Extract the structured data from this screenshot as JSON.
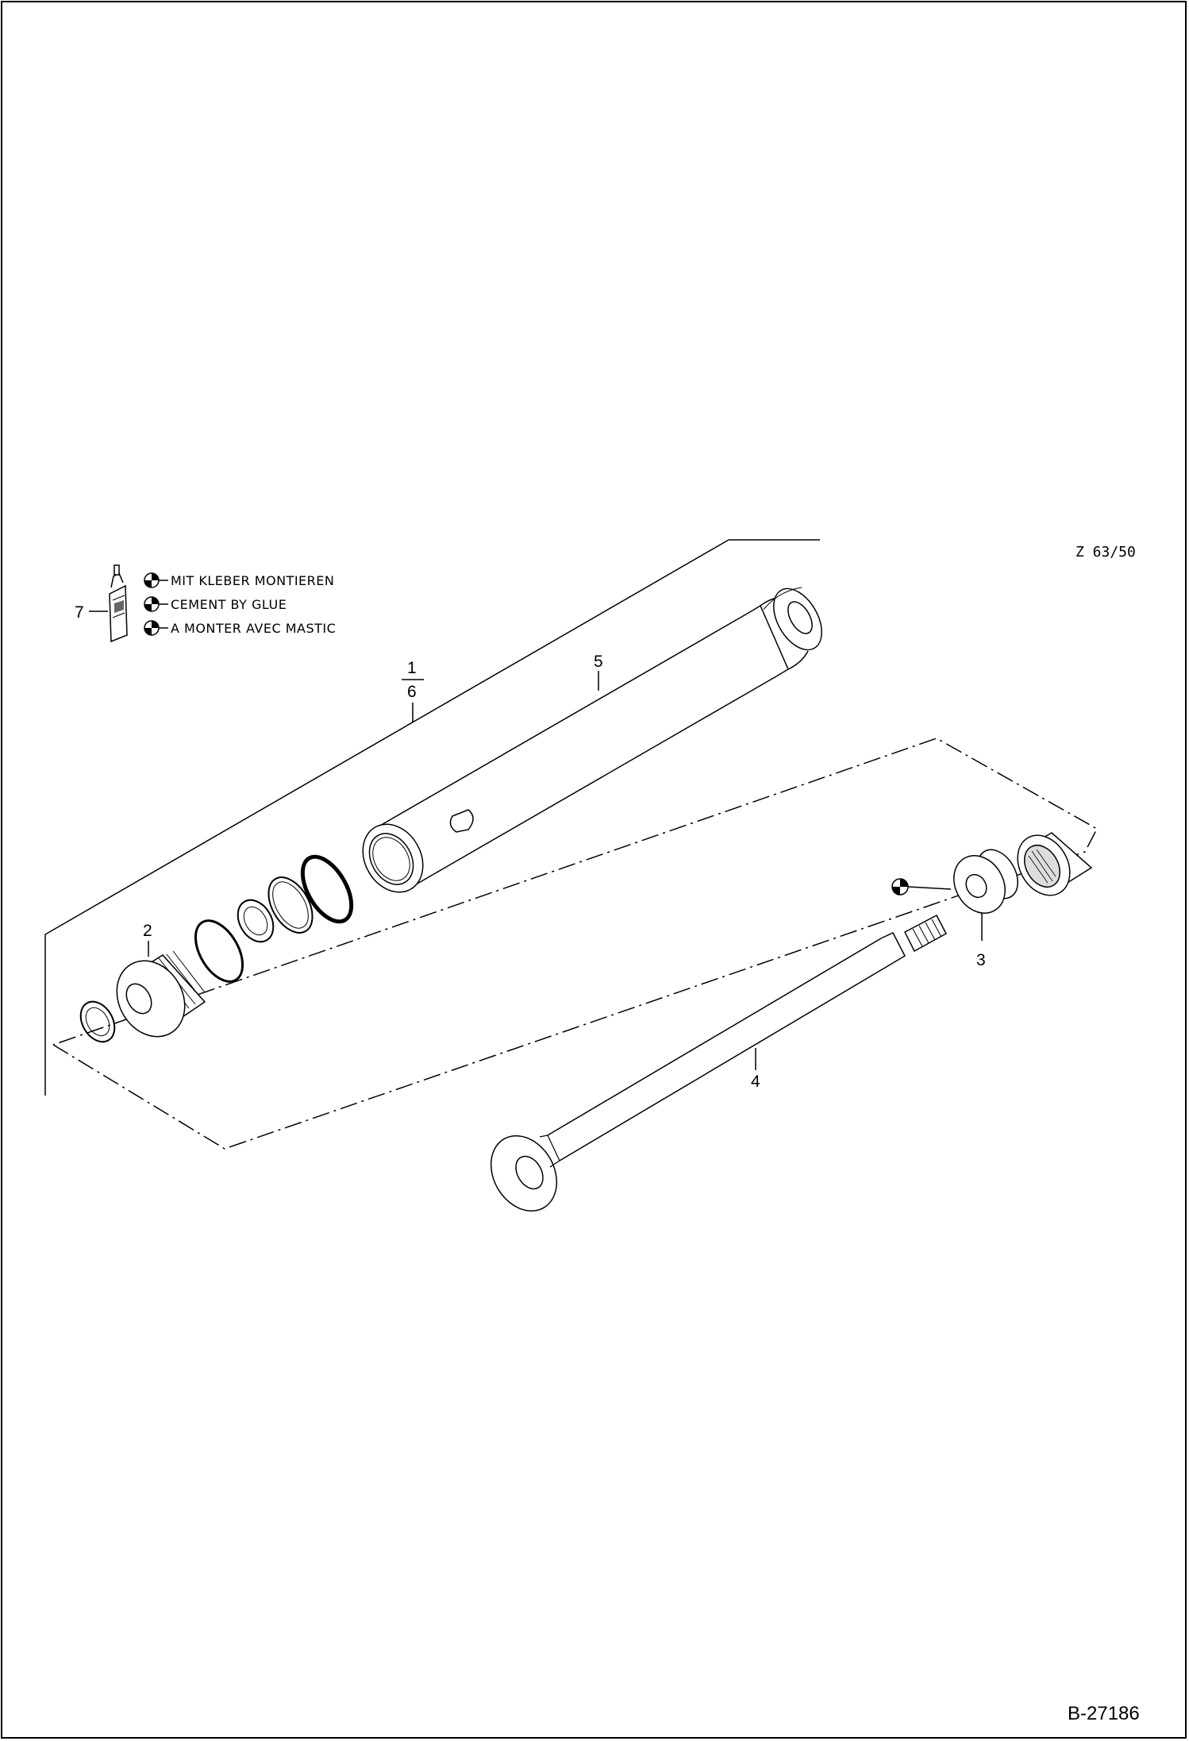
{
  "drawing_ref": "Z 63/50",
  "document_number": "B-27186",
  "glue_note": {
    "lines": [
      "MIT KLEBER MONTIEREN",
      "CEMENT BY GLUE",
      "A MONTER AVEC MASTIC"
    ]
  },
  "callouts": {
    "glue_tube": "7",
    "cylinder_set_top": "1",
    "cylinder_set_bottom": "6",
    "cylinder_tube": "5",
    "piston": "2",
    "guide_bushing": "3",
    "piston_rod": "4"
  }
}
